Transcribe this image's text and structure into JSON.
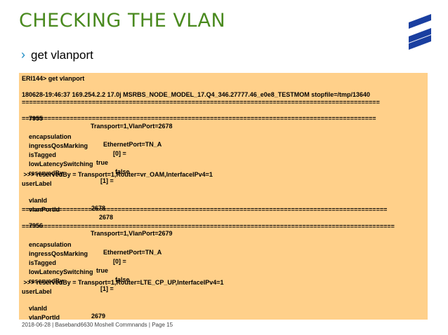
{
  "slide": {
    "title": "CHECKING THE VLAN",
    "bullet_marker": "›",
    "bullet_text": "get vlanport"
  },
  "terminal": {
    "prompt": "ERI144> get vlanport",
    "header": "180628-19:46:37 169.254.2.2 17.0j MSRBS_NODE_MODEL_17.Q4_346.27777.46_e0e8_TESTMOM stopfile=/tmp/13640",
    "separator1": "=================================================================================================",
    "mo1_id": "7955",
    "mo1_ldn": "Transport=1,VlanPort=2678",
    "separator2": "================================================================================================",
    "mo1_attrs": [
      {
        "name": "encapsulation",
        "value": "EthernetPort=TN_A"
      },
      {
        "name": "ingressQosMarking",
        "value": "[0] ="
      },
      {
        "name": "isTagged",
        "value": "true"
      },
      {
        "name": "lowLatencySwitching",
        "value": "false"
      },
      {
        "name": "reservedBy",
        "value": "[1] ="
      }
    ],
    "mo1_reserved_item": " >>> reservedBy = Transport=1,Router=vr_OAM,InterfaceIPv4=1",
    "mo1_userlabel": "userLabel",
    "mo1_attrs2": [
      {
        "name": "vlanId",
        "value": "2678"
      },
      {
        "name": "vlanPortId",
        "value": "2678"
      }
    ],
    "separator3": "===================================================================================================",
    "mo2_id": "7956",
    "mo2_ldn": "Transport=1,VlanPort=2679",
    "separator4": "=====================================================================================================",
    "mo2_attrs": [
      {
        "name": "encapsulation",
        "value": "EthernetPort=TN_A"
      },
      {
        "name": "ingressQosMarking",
        "value": "[0] ="
      },
      {
        "name": "isTagged",
        "value": "true"
      },
      {
        "name": "lowLatencySwitching",
        "value": "false"
      },
      {
        "name": "reservedBy",
        "value": "[1] ="
      }
    ],
    "mo2_reserved_item": " >>> reservedBy = Transport=1,Router=LTE_CP_UP,InterfaceIPv4=1",
    "mo2_userlabel": "userLabel",
    "mo2_attrs2": [
      {
        "name": "vlanId",
        "value": "2679"
      },
      {
        "name": "vlanPortId",
        "value": "2679"
      }
    ]
  },
  "footer": {
    "date": "2018-06-28",
    "doc_title": "Baseband6630 Moshell Commnands",
    "page": "Page 15",
    "sep": "|"
  },
  "colors": {
    "title": "#4a8a1f",
    "bullet_marker": "#1a8bc4",
    "terminal_bg": "#ffd08a",
    "logo": "#1a3fa0"
  },
  "icons": {
    "logo": "ericsson-logo-icon"
  }
}
